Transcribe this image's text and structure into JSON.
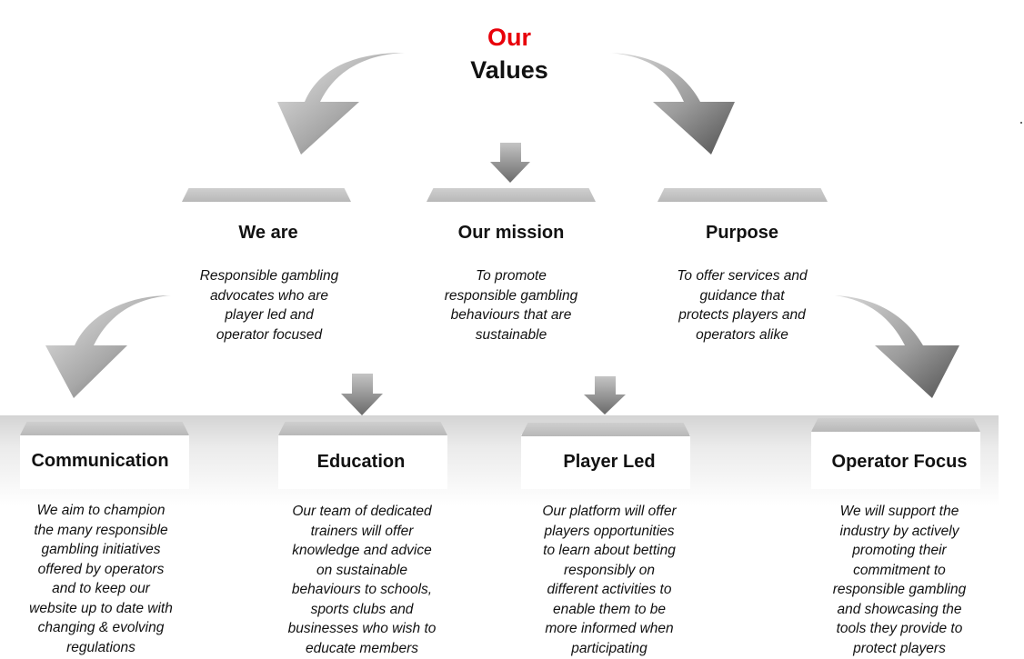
{
  "title": {
    "accent": "Our",
    "main": "Values"
  },
  "colors": {
    "accent": "#e8000a",
    "text": "#111111",
    "arrow_light": "#d8d8d8",
    "arrow_dark": "#5e5e5e",
    "bar": "#c4c4c4"
  },
  "top_row": [
    {
      "heading": "We are",
      "text_lines": [
        "Responsible gambling",
        "advocates who are",
        "player led and",
        "operator focused"
      ]
    },
    {
      "heading": "Our mission",
      "text_lines": [
        "To promote",
        "responsible gambling",
        "behaviours that are",
        "sustainable"
      ]
    },
    {
      "heading": "Purpose",
      "text_lines": [
        "To offer services and",
        "guidance that",
        "protects players and",
        "operators alike"
      ]
    }
  ],
  "bottom_row": [
    {
      "heading": "Communication",
      "text_lines": [
        "We aim to champion",
        "the many responsible",
        "gambling initiatives",
        "offered by operators",
        "and to keep our",
        "website up to date with",
        "changing & evolving",
        "regulations"
      ]
    },
    {
      "heading": "Education",
      "text_lines": [
        "Our team of dedicated",
        "trainers will offer",
        "knowledge and advice",
        "on sustainable",
        "behaviours to schools,",
        "sports clubs and",
        "businesses who wish to",
        "educate members"
      ]
    },
    {
      "heading": "Player Led",
      "text_lines": [
        "Our platform will offer",
        "players opportunities",
        "to learn about betting",
        "responsibly on",
        "different activities to",
        "enable them to be",
        "more informed when",
        "participating"
      ]
    },
    {
      "heading": "Operator Focus",
      "text_lines": [
        "We will support the",
        "industry by actively",
        "promoting their",
        "commitment to",
        "responsible gambling",
        "and showcasing the",
        "tools they provide to",
        "protect players"
      ]
    }
  ]
}
